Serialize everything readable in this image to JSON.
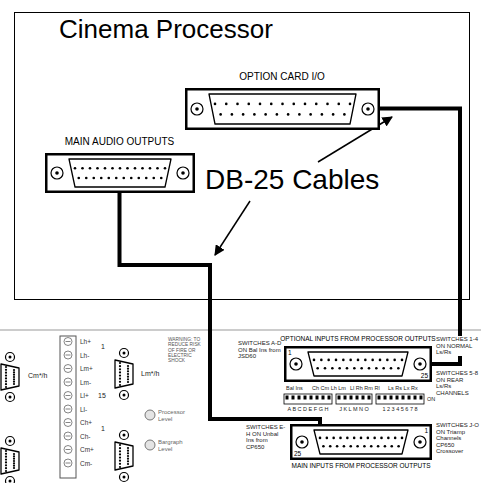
{
  "diagram": {
    "nodes": [
      {
        "text": [
          "Cinema Processor"
        ]
      },
      {
        "text": [
          "OPTION CARD I/O"
        ],
        "in": 0
      },
      {
        "text": [
          "MAIN AUDIO OUTPUTS"
        ],
        "in": 0
      },
      {
        "text": [
          "OPTIONAL INPUTS FROM PROCESSOR OUTPUTS",
          "1",
          "25"
        ]
      },
      {
        "text": [
          "MAIN INPUTS FROM PROCESSOR OUTPUTS",
          "1",
          "25"
        ]
      }
    ],
    "edges": [
      {
        "from": 1,
        "to": 3,
        "arrow": "none"
      },
      {
        "from": 2,
        "to": 4,
        "arrow": "none"
      }
    ],
    "labels": [
      "DB-25 Cables",
      "WARNING: TO REDUCE RISK OF FIRE OR ELECTRIC SHOCK",
      "SWITCHES A-D ON Bal Ins from JSD60",
      "SWITCHES 1-4 ON NORMAL Ls/Rs",
      "SWITCHES 5-8 ON REAR Ls/Rs CHANNELS",
      "Bal Ins",
      "Ch Cm Lh Lm",
      "Ll Rh Rm Rl",
      "Ls Rs Lx Rx",
      "A B C D E F G H",
      "J K L M N O",
      "1 2 3 4 5 6 7 8",
      "ON",
      "SWITCHES E-H ON Unbal Ins from CP650",
      "SWITCHES J-O ON Triamp Channels CP650 Crossover",
      "Cm*/h",
      "1",
      "15",
      "Lm*/h",
      "Lh+",
      "Lh-",
      "Lm+",
      "Lm-",
      "Ll+",
      "Ll-",
      "Ch+",
      "Ch-",
      "Cm+",
      "Cm-",
      "Processor Level",
      "Bargraph Level",
      "1"
    ]
  }
}
